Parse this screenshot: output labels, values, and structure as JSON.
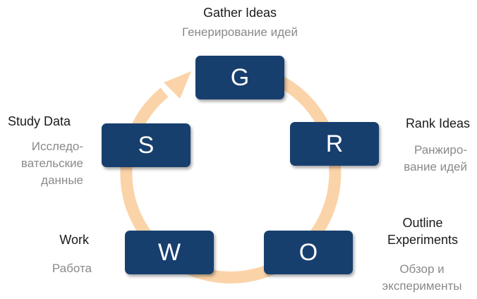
{
  "colors": {
    "box_fill": "#173f6e",
    "box_text": "#ffffff",
    "arrow": "#fbd3a8",
    "title_text": "#1a1a1a",
    "subtitle_text": "#8a8a8a"
  },
  "steps": [
    {
      "letter": "G",
      "title": [
        "Gather Ideas"
      ],
      "subtitle": [
        "Генерирование идей"
      ]
    },
    {
      "letter": "R",
      "title": [
        "Rank Ideas"
      ],
      "subtitle": [
        "Ранжиро-",
        "вание идей"
      ]
    },
    {
      "letter": "O",
      "title": [
        "Outline",
        "Experiments"
      ],
      "subtitle": [
        "Обзор и",
        "эксперименты"
      ]
    },
    {
      "letter": "W",
      "title": [
        "Work"
      ],
      "subtitle": [
        "Работа"
      ]
    },
    {
      "letter": "S",
      "title": [
        "Study Data"
      ],
      "subtitle": [
        "Исследо-",
        "вательские",
        "данные"
      ]
    }
  ]
}
